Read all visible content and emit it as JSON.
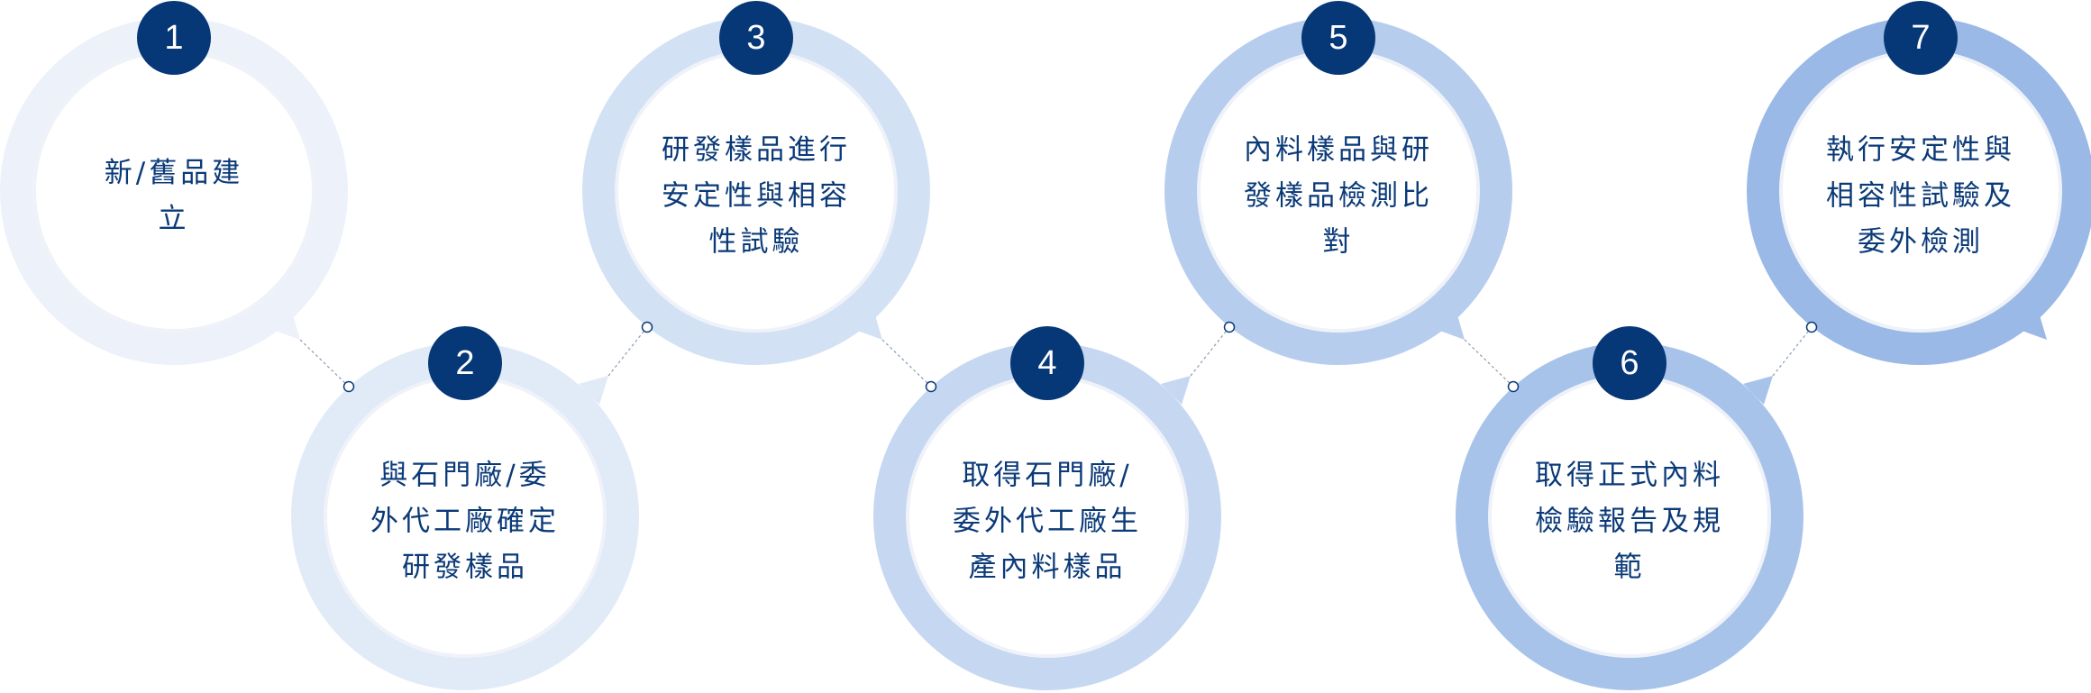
{
  "colors": {
    "badge": "#063777",
    "text": "#0b3a78",
    "rings": [
      "#edf2fa",
      "#e1eaf7",
      "#d3e1f4",
      "#c6d8f1",
      "#b7cdee",
      "#a8c3ea",
      "#9ab9e6"
    ]
  },
  "steps": [
    {
      "number": "1",
      "lines": [
        "新/舊品建",
        "立"
      ]
    },
    {
      "number": "2",
      "lines": [
        "與石門廠/委",
        "外代工廠確定",
        "研發樣品"
      ]
    },
    {
      "number": "3",
      "lines": [
        "研發樣品進行",
        "安定性與相容",
        "性試驗"
      ]
    },
    {
      "number": "4",
      "lines": [
        "取得石門廠/",
        "委外代工廠生",
        "產內料樣品"
      ]
    },
    {
      "number": "5",
      "lines": [
        "內料樣品與研",
        "發樣品檢測比",
        "對"
      ]
    },
    {
      "number": "6",
      "lines": [
        "取得正式內料",
        "檢驗報告及規",
        "範"
      ]
    },
    {
      "number": "7",
      "lines": [
        "執行安定性與",
        "相容性試驗及",
        "委外檢測"
      ]
    }
  ]
}
